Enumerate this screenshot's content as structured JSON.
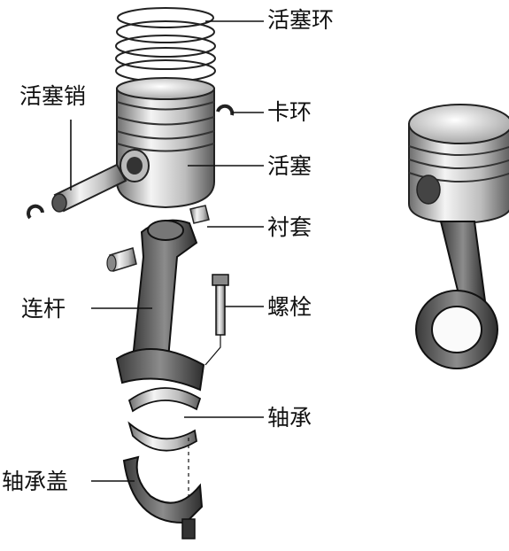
{
  "labels": {
    "piston_ring": "活塞环",
    "piston_pin": "活塞销",
    "circlip": "卡环",
    "piston": "活塞",
    "bushing": "衬套",
    "bolt": "螺栓",
    "connecting_rod": "连杆",
    "bearing": "轴承",
    "bearing_cap": "轴承盖"
  },
  "colors": {
    "line": "#111111",
    "metal_light": "#f2f2f2",
    "metal_mid": "#9a9a9a",
    "metal_dark": "#3a3a3a"
  }
}
